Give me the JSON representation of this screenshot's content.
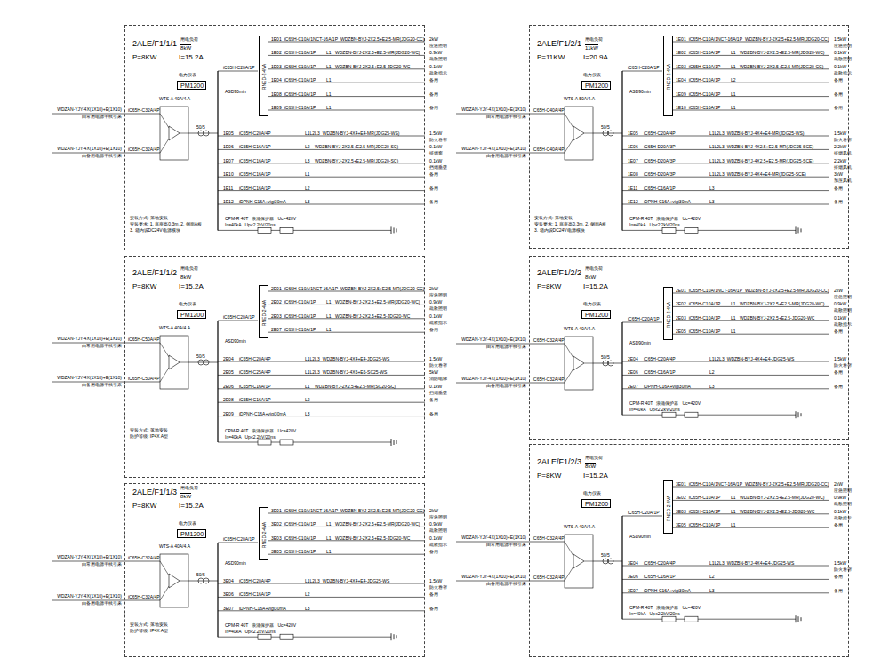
{
  "diagram": {
    "nodes": [
      {
        "text": [
          "2ALE/F1/1/1",
          "用电负荷",
          "8kW",
          "P=8KW",
          "I=15.2A",
          "电力仪表",
          "WTS-A 40A/4.A",
          "iC65H-C32A/4P",
          "iC65H-C32A/4P",
          "50/5",
          "iC65H-C20A/1P",
          "ASD90min",
          "1E01",
          "iC65H-C10A/1NCT-16A/1P",
          "WDZBN-BYJ-2X2.5+E2.5-MR(JDG20-CC)",
          "2kW",
          "应急照明",
          "1E02",
          "iC65H-C10A/1P",
          "L1",
          "WDZBN-BYJ-2X2.5+E2.5-MR(JDG20-WC)",
          "0.9kW",
          "疏散照明",
          "1E03",
          "iC65H-C10A/1P",
          "L1",
          "WDZBN-BYJ-2X2.5+E2.5-JDG20-WC",
          "0.1kW",
          "疏散指示",
          "1E04",
          "iC65H-C10A/1P",
          "L1",
          "备用",
          "1E08",
          "iC65H-C10A/1P",
          "L1",
          "备用",
          "1E09",
          "iC65H-C10A/1P",
          "L1",
          "备用",
          "1E05",
          "iC65H-C20A/4P",
          "L1L2L3",
          "WDZBN-BYJ-4X4+E4-MR(JDG25-WS)",
          "1.5kW",
          "防火卷帘",
          "1E06",
          "iC65H-C16A/1P",
          "L2",
          "WDZBN-BYJ-2X2.5+E2.5-MR(JDG20-SC)",
          "0.1kW",
          "排烟窗",
          "1E07",
          "iC65H-C16A/1P",
          "L3",
          "WDZBN-BYJ-2X2.5+E2.5-MR(JDG20-SC)",
          "0.1kW",
          "挡烟垂壁",
          "1E10",
          "iC65H-C16A/1P",
          "L1",
          "备用",
          "1E11",
          "iC65H-C16A/1P",
          "L2",
          "备用",
          "1E12",
          "iDPNH-C16A+vigi30mA",
          "L3",
          "备用",
          "CPM-R 40T",
          "浪涌保护器",
          "Uc=420V",
          "In=40kA",
          "Up≤2.2kV/20ns",
          "安装方式: 落地安装",
          "安装要求: 1. 底座高0.3m, 2. 侧面A板",
          "3. 箱内设DC24V电源模块"
        ]
      },
      {
        "text": [
          "PM1200"
        ],
        "in": 0
      },
      {
        "text": [
          "RNED-2-4VA"
        ],
        "in": 0
      },
      {
        "text": [
          "2ALE/F1/2/1",
          "用电负荷",
          "11kW",
          "P=11KW",
          "I=20.9A",
          "电力仪表",
          "WTS-A 50A/4.A",
          "iC65H-C40A/4P",
          "iC65H-C40A/4P",
          "50/5",
          "iC65H-C20A/1P",
          "ASD90min",
          "1E01",
          "iC65H-C10A/1NCT-16A/1P",
          "WDZBN-BYJ-2X2.5+E2.5-MR(JDG20-CC)",
          "1.5kW",
          "应急照明",
          "1E02",
          "iC65H-C10A/1P",
          "L1",
          "WDZBN-BYJ-2X2.5+E2.5-MR(JDG20-WC)",
          "0.1kW",
          "疏散照明",
          "1E03",
          "iC65H-C10A/1P",
          "L1",
          "WDZBN-BYJ-2X2.5+E2.5-MR(JDG20-CC)",
          "0.1kW",
          "疏散指示",
          "1E04",
          "iC65H-C10A/1P",
          "L2",
          "备用",
          "1E09",
          "iC65H-C10A/1P",
          "L1",
          "备用",
          "1E10",
          "iC65H-C10A/1P",
          "L1",
          "备用",
          "1E05",
          "iC65H-C20A/4P",
          "L1L2L3",
          "WDZBN-BYJ-4X4+E4-MR(JDG25-WS)",
          "1.5kW",
          "防火卷帘",
          "1E06",
          "iC65H-D20A/3P",
          "L1L2L3",
          "WDZBN-BYJ-4X2.5+E2.5-MR(JDG25-SCE)",
          "2.2kW",
          "排烟风机",
          "1E07",
          "iC65H-D20A/3P",
          "L1L2L3",
          "WDZBN-BYJ-4X2.5+E2.5-MR(JDG25-SCE)",
          "2.2kW",
          "排烟风机",
          "1E08",
          "iC65H-D20A/3P",
          "L1L2L3",
          "WDZBN-BYJ-4X4+E4-MR(JDG25-SCE)",
          "3kW",
          "加压风机",
          "1E11",
          "iC65H-C16A/1P",
          "L3",
          "备用",
          "1E12",
          "iDPNH-C16A+vigi30mA",
          "L3",
          "备用",
          "CPM-R 40T",
          "浪涌保护器",
          "Uc=420V",
          "In=40kA",
          "Up≤2.2kV/20ns",
          "安装方式: 落地安装",
          "安装要求: 1. 底座高0.3m, 2. 侧面A板",
          "3. 箱内设DC24V电源模块"
        ]
      },
      {
        "text": [
          "PM1200"
        ],
        "in": 3
      },
      {
        "text": [
          "RNED-2-4VA"
        ],
        "in": 3
      },
      {
        "text": [
          "2ALE/F1/1/2",
          "用电负荷",
          "8kW",
          "P=8KW",
          "I=15.2A",
          "电力仪表",
          "WTS-A 40A/4.A",
          "iC65H-C50A/4P",
          "iC65H-C50A/4P",
          "50/5",
          "iC65H-C20A/1P",
          "ASD90min",
          "2E01",
          "iC65H-C10A/1NCT-16A/1P",
          "WDZBN-BYJ-2X2.5+E2.5-MR(JDG20-CC)",
          "2kW",
          "应急照明",
          "2E02",
          "iC65H-C10A/1P",
          "L1",
          "WDZBN-BYJ-2X2.5+E2.5-MR(JDG20-WC)",
          "0.9kW",
          "疏散照明",
          "2E03",
          "iC65H-C10A/1P",
          "L1",
          "WDZBN-BYJ-2X2.5+E2.5-JDG20-WC",
          "0.1kW",
          "疏散指示",
          "2E07",
          "iC65H-C10A/1P",
          "L1",
          "备用",
          "2E04",
          "iC65H-C20A/4P",
          "L1L2L3",
          "WDZBN-BYJ-4X4+E4-JDG25-WS",
          "1.5kW",
          "防火卷帘",
          "2E05",
          "iC65H-C25A/4P",
          "L1L2L3",
          "WDZBN-BYJ-4X6+E6-SC25-WS",
          "5kW",
          "消防电梯",
          "2E06",
          "iC65H-C16A/1P",
          "L1",
          "WDZBN-BYJ-2X2.5+E2.5-MR(SC20-SC)",
          "0.1kW",
          "挡烟垂壁",
          "2E08",
          "iC65H-C16A/1P",
          "L2",
          "备用",
          "2E09",
          "iDPNH-C16A+vigi30mA",
          "L3",
          "备用",
          "CPM-R 40T",
          "浪涌保护器",
          "Uc=420V",
          "In=40kA",
          "Up≤2.2kV/20ns",
          "安装方式: 落地安装",
          "防护等级: IP4X A型"
        ]
      },
      {
        "text": [
          "PM1200"
        ],
        "in": 6
      },
      {
        "text": [
          "RNED-2-4VA"
        ],
        "in": 6
      },
      {
        "text": [
          "2ALE/F1/2/2",
          "用电负荷",
          "8kW",
          "P=8KW",
          "I=15.2A",
          "电力仪表",
          "WTS-A 40A/4.A",
          "iC65H-C32A/4P",
          "iC65H-C32A/4P",
          "50/5",
          "iC65H-C20A/1P",
          "ASD90min",
          "2E01",
          "iC65H-C10A/1NCT-16A/1P",
          "WDZBN-BYJ-2X2.5+E2.5-MR(JDG20-CC)",
          "2kW",
          "应急照明",
          "2E02",
          "iC65H-C10A/1P",
          "L1",
          "WDZBN-BYJ-2X2.5+E2.5-MR(JDG20-WC)",
          "0.9kW",
          "疏散照明",
          "2E03",
          "iC65H-C10A/1P",
          "L1",
          "WDZBN-BYJ-2X2.5+E2.5-JDG20-WC",
          "0.1kW",
          "疏散指示",
          "2E05",
          "iC65H-C10A/1P",
          "L1",
          "备用",
          "2E04",
          "iC65H-C20A/4P",
          "L1L2L3",
          "WDZBN-BYJ-4X4+E4-JDG25-WS",
          "1.5kW",
          "防火卷帘",
          "2E06",
          "iC65H-C16A/1P",
          "L2",
          "备用",
          "2E07",
          "iDPNH-C16A+vigi30mA",
          "L3",
          "备用",
          "CPM-R 40T",
          "浪涌保护器",
          "Uc=420V",
          "In=40kA",
          "Up≤2.2kV/20ns"
        ]
      },
      {
        "text": [
          "PM1200"
        ],
        "in": 9
      },
      {
        "text": [
          "RNED-2-4VA"
        ],
        "in": 9
      },
      {
        "text": [
          "2ALE/F1/1/3",
          "用电负荷",
          "8kW",
          "P=8KW",
          "I=15.2A",
          "电力仪表",
          "WTS-A 40A/4.A",
          "iC65H-C32A/4P",
          "iC65H-C32A/4P",
          "50/5",
          "iC65H-C20A/1P",
          "ASD90min",
          "3E01",
          "iC65H-C10A/1NCT-16A/1P",
          "WDZBN-BYJ-2X2.5+E2.5-MR(JDG20-CC)",
          "2kW",
          "应急照明",
          "3E02",
          "iC65H-C10A/1P",
          "L1",
          "WDZBN-BYJ-2X2.5+E2.5-MR(JDG20-WC)",
          "0.9kW",
          "疏散照明",
          "3E03",
          "iC65H-C10A/1P",
          "L1",
          "WDZBN-BYJ-2X2.5+E2.5-JDG20-WC",
          "0.1kW",
          "疏散指示",
          "3E05",
          "iC65H-C10A/1P",
          "L1",
          "备用",
          "3E04",
          "iC65H-C20A/4P",
          "L1L2L3",
          "WDZBN-BYJ-4X4+E4-JDG25-WS",
          "1.5kW",
          "防火卷帘",
          "3E06",
          "iC65H-C16A/1P",
          "L2",
          "备用",
          "3E07",
          "iDPNH-C16A+vigi30mA",
          "L3",
          "备用",
          "CPM-R 40T",
          "浪涌保护器",
          "Uc=420V",
          "In=40kA",
          "Up≤2.2kV/20ns",
          "安装方式: 落地安装",
          "防护等级: IP4X A型"
        ]
      },
      {
        "text": [
          "PM1200"
        ],
        "in": 12
      },
      {
        "text": [
          "RNED-2-4VA"
        ],
        "in": 12
      },
      {
        "text": [
          "2ALE/F1/2/3",
          "用电负荷",
          "8kW",
          "P=8KW",
          "I=15.2A",
          "电力仪表",
          "WTS-A 40A/4.A",
          "iC65H-C32A/4P",
          "iC65H-C32A/4P",
          "50/5",
          "iC65H-C20A/1P",
          "ASD90min",
          "3E01",
          "iC65H-C10A/1NCT-16A/1P",
          "WDZBN-BYJ-2X2.5+E2.5-MR(JDG20-CC)",
          "2kW",
          "应急照明",
          "3E02",
          "iC65H-C10A/1P",
          "L1",
          "WDZBN-BYJ-2X2.5+E2.5-MR(JDG20-WC)",
          "0.9kW",
          "疏散照明",
          "3E03",
          "iC65H-C10A/1P",
          "L1",
          "WDZBN-BYJ-2X2.5+E2.5-JDG20-WC",
          "0.1kW",
          "疏散指示",
          "3E05",
          "iC65H-C10A/1P",
          "L1",
          "备用",
          "3E04",
          "iC65H-C20A/4P",
          "L1L2L3",
          "WDZBN-BYJ-4X4+E4-JDG25-WS",
          "1.5kW",
          "防火卷帘",
          "3E06",
          "iC65H-C16A/1P",
          "L2",
          "备用",
          "3E07",
          "iDPNH-C16A+vigi30mA",
          "L3",
          "备用",
          "CPM-R 40T",
          "浪涌保护器",
          "Uc=420V",
          "In=40kA",
          "Up≤2.2kV/20ns"
        ]
      },
      {
        "text": [
          "PM1200"
        ],
        "in": 15
      },
      {
        "text": [
          "RNED-2-4VA"
        ],
        "in": 15
      }
    ],
    "labels": [
      "WDZAN-YJY-4X(1X10)+E(1X10)",
      "由常用电源干线引来",
      "WDZAN-YJY-4X(1X10)+E(1X10)",
      "由备用电源干线引来",
      "WDZAN-YJY-4X(1X10)+E(1X10)",
      "由常用电源干线引来",
      "WDZAN-YJY-4X(1X10)+E(1X10)",
      "由备用电源干线引来",
      "WDZAN-YJY-4X(1X10)+E(1X10)",
      "由常用电源干线引来",
      "WDZAN-YJY-4X(1X10)+E(1X10)",
      "由备用电源干线引来",
      "WDZAN-YJY-4X(1X10)+E(1X10)",
      "由常用电源干线引来",
      "WDZAN-YJY-4X(1X10)+E(1X10)",
      "由备用电源干线引来",
      "WDZAN-YJY-4X(1X10)+E(1X10)",
      "由常用电源干线引来",
      "WDZAN-YJY-4X(1X10)+E(1X10)",
      "由备用电源干线引来",
      "WDZAN-YJY-4X(1X10)+E(1X10)",
      "由常用电源干线引来",
      "WDZAN-YJY-4X(1X10)+E(1X10)",
      "由备用电源干线引来"
    ]
  }
}
